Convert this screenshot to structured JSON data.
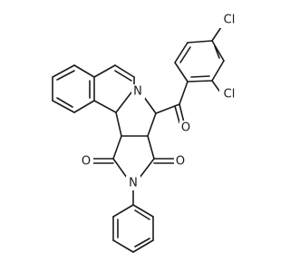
{
  "atoms": {
    "chlorine_para": "Cl",
    "chlorine_ortho": "Cl",
    "ketone_oxygen": "O",
    "ring_nitrogen": "N",
    "imide_nitrogen": "N",
    "imide_oxygen_left": "O",
    "imide_oxygen_right": "O"
  },
  "colors": {
    "bond": "#1a1a1a",
    "background": "#ffffff"
  }
}
